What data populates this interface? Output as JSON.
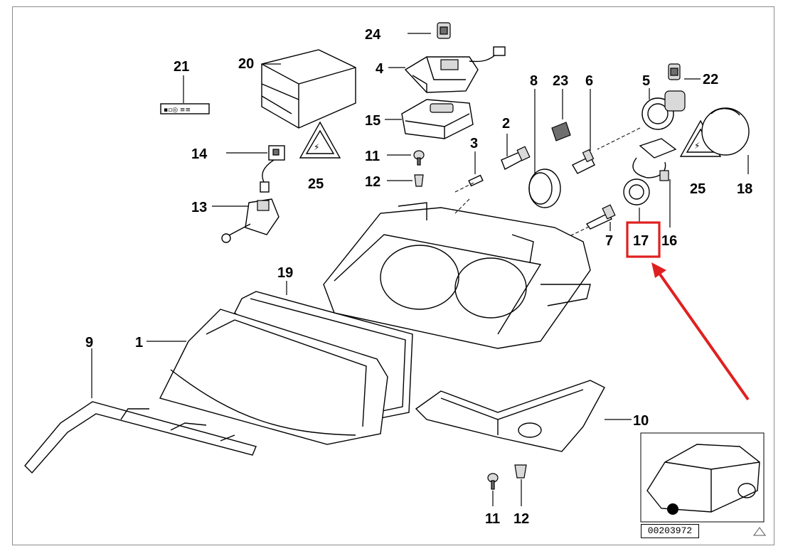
{
  "callouts": {
    "c1": "1",
    "c2": "2",
    "c3": "3",
    "c4": "4",
    "c5": "5",
    "c6": "6",
    "c7": "7",
    "c8": "8",
    "c9": "9",
    "c10": "10",
    "c11a": "11",
    "c11b": "11",
    "c12a": "12",
    "c12b": "12",
    "c13": "13",
    "c14": "14",
    "c15": "15",
    "c16": "16",
    "c17": "17",
    "c18": "18",
    "c19": "19",
    "c20": "20",
    "c21": "21",
    "c22": "22",
    "c23": "23",
    "c24": "24",
    "c25a": "25",
    "c25b": "25"
  },
  "highlight": {
    "callout": "17",
    "color": "#e02020"
  },
  "diagram_id": "00203972",
  "colors": {
    "highlight": "#e02020",
    "line": "#000000",
    "frame": "#8c8c8c"
  }
}
